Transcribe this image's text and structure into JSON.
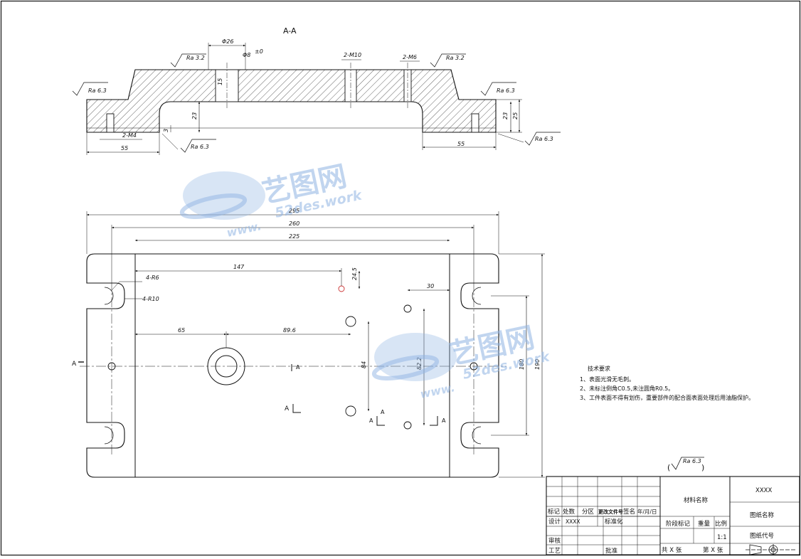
{
  "section_view": {
    "title": "A-A",
    "roughness_values": [
      "Ra 3.2",
      "Ra 3.2",
      "Ra 6.3",
      "Ra 6.3",
      "Ra 6.3",
      "Ra 6.3"
    ],
    "dims": {
      "d26": "Φ26",
      "cbore": "Φ8",
      "cbore_depth": "±0",
      "m10": "2-M10",
      "m6": "2-M6",
      "m4": "2-M4",
      "d55_left": "55",
      "d55_right": "55",
      "d23_left": "23",
      "d23_right": "23",
      "d25": "25",
      "d3": "3",
      "d15": "15"
    }
  },
  "plan_view": {
    "dims": {
      "d295": "295",
      "d260": "260",
      "d225": "225",
      "d147": "147",
      "d24_5": "24.5",
      "d30": "30",
      "d65": "65",
      "d89_6": "89.6",
      "d84": "84",
      "d82_2": "82.2",
      "d180": "180",
      "d190": "190",
      "r6": "4-R6",
      "r10": "4-R10"
    },
    "section_marks": [
      "A",
      "A",
      "A",
      "A",
      "A",
      "A"
    ]
  },
  "notes": {
    "heading": "技术要求",
    "items": [
      "1、表面光滑无毛刺。",
      "2、未标注倒角C0.5,未注圆角R0.5。",
      "3、工件表面不得有划伤，重要部件的配合面表面处理后用油脂保护。"
    ]
  },
  "general_roughness": "Ra 6.3",
  "title_block": {
    "mark": "标记",
    "count": "处数",
    "zone": "分区",
    "doc_no": "更改文件号",
    "sign": "签名",
    "date": "年/月/日",
    "design": "设计",
    "design_val": "XXXX",
    "standardize": "标准化",
    "review": "审核",
    "process": "工艺",
    "approve": "批准",
    "material": "材料名称",
    "stage": "阶段标记",
    "weight": "重量",
    "scale": "比例",
    "scale_val": "1:1",
    "total_sheets": "共  X  张",
    "sheet_no": "第  X  张",
    "company": "XXXX",
    "drawing_name": "图纸名称",
    "drawing_code": "图纸代号"
  },
  "watermark": {
    "cn": "艺图网",
    "domain": "52des.work",
    "www": "www."
  },
  "colors": {
    "line": "#1a1a1a",
    "watermark": "#8fb4e3"
  }
}
